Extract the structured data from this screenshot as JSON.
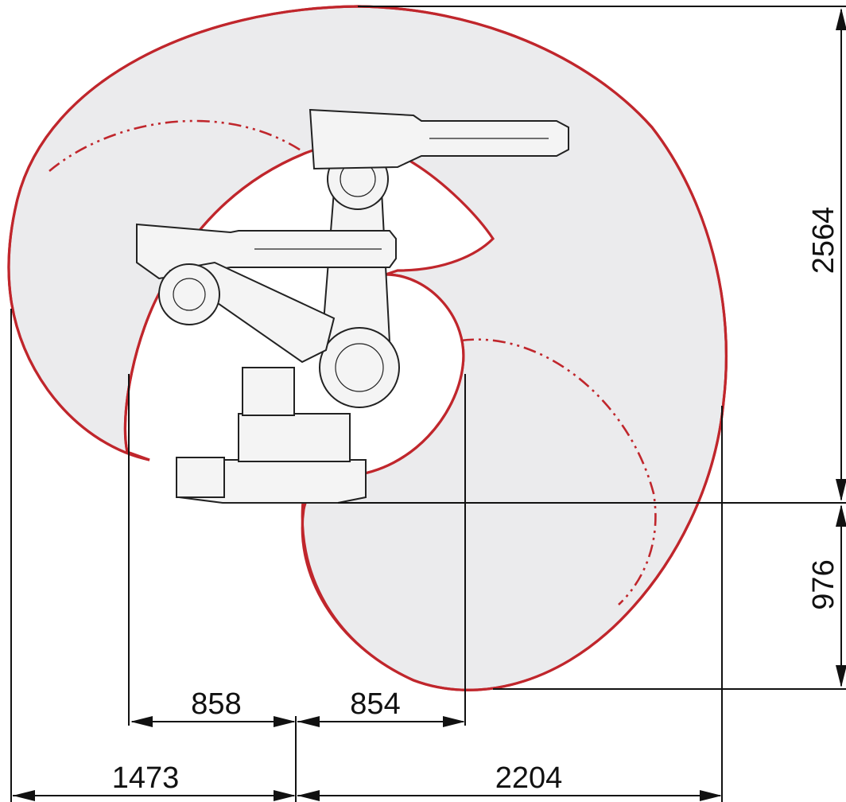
{
  "dimensions": {
    "width_left": "858",
    "width_right": "854",
    "reach_left": "1473",
    "reach_right": "2204",
    "height_top": "2564",
    "height_bottom": "976"
  },
  "colors": {
    "envelope_stroke": "#c0262c",
    "envelope_fill": "#ebebed",
    "line": "#111111"
  }
}
